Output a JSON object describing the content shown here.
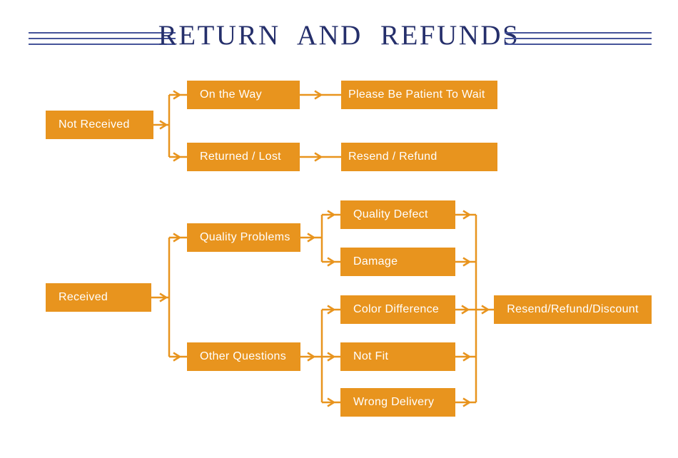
{
  "title": {
    "text": "RETURN AND REFUNDS"
  },
  "colors": {
    "box_orange": "#E8941E",
    "arrow_orange": "#E8941E",
    "title_navy": "#252F6B",
    "rule_blue": "#46549A",
    "box_text": "#FFFFFF",
    "background": "#FFFFFF"
  },
  "flowchart": {
    "nodes": {
      "not_received": {
        "label": "Not Received"
      },
      "on_the_way": {
        "label": "On the Way"
      },
      "returned_lost": {
        "label": "Returned / Lost"
      },
      "please_wait": {
        "label": "Please Be Patient To Wait"
      },
      "resend_refund": {
        "label": "Resend / Refund"
      },
      "received": {
        "label": "Received"
      },
      "quality_problems": {
        "label": "Quality Problems"
      },
      "other_questions": {
        "label": "Other Questions"
      },
      "quality_defect": {
        "label": "Quality Defect"
      },
      "damage": {
        "label": "Damage"
      },
      "color_difference": {
        "label": "Color Difference"
      },
      "not_fit": {
        "label": "Not Fit"
      },
      "wrong_delivery": {
        "label": "Wrong Delivery"
      },
      "resend_refund_discount": {
        "label": "Resend/Refund/Discount"
      }
    },
    "edges": [
      {
        "from": "Not Received",
        "to": "On the Way"
      },
      {
        "from": "Not Received",
        "to": "Returned / Lost"
      },
      {
        "from": "On the Way",
        "to": "Please Be Patient To Wait"
      },
      {
        "from": "Returned / Lost",
        "to": "Resend / Refund"
      },
      {
        "from": "Received",
        "to": "Quality Problems"
      },
      {
        "from": "Received",
        "to": "Other Questions"
      },
      {
        "from": "Quality Problems",
        "to": "Quality Defect"
      },
      {
        "from": "Quality Problems",
        "to": "Damage"
      },
      {
        "from": "Other Questions",
        "to": "Color Difference"
      },
      {
        "from": "Other Questions",
        "to": "Not Fit"
      },
      {
        "from": "Other Questions",
        "to": "Wrong Delivery"
      },
      {
        "from": "Quality Defect",
        "to": "Resend/Refund/Discount"
      },
      {
        "from": "Damage",
        "to": "Resend/Refund/Discount"
      },
      {
        "from": "Color Difference",
        "to": "Resend/Refund/Discount"
      },
      {
        "from": "Not Fit",
        "to": "Resend/Refund/Discount"
      },
      {
        "from": "Wrong Delivery",
        "to": "Resend/Refund/Discount"
      }
    ]
  }
}
